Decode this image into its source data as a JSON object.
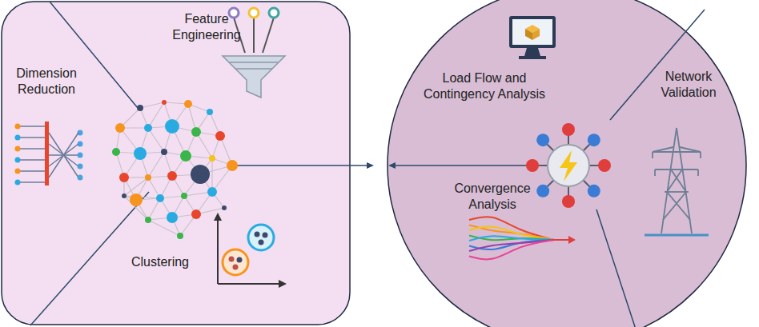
{
  "diagram": {
    "nodes": [
      {
        "text": [
          "Feature Engineering",
          "Dimension Reduction",
          "Clustering"
        ]
      },
      {
        "text": [
          "Load Flow and Contingency Analysis",
          "Network Validation",
          "Convergence Analysis"
        ]
      }
    ]
  }
}
